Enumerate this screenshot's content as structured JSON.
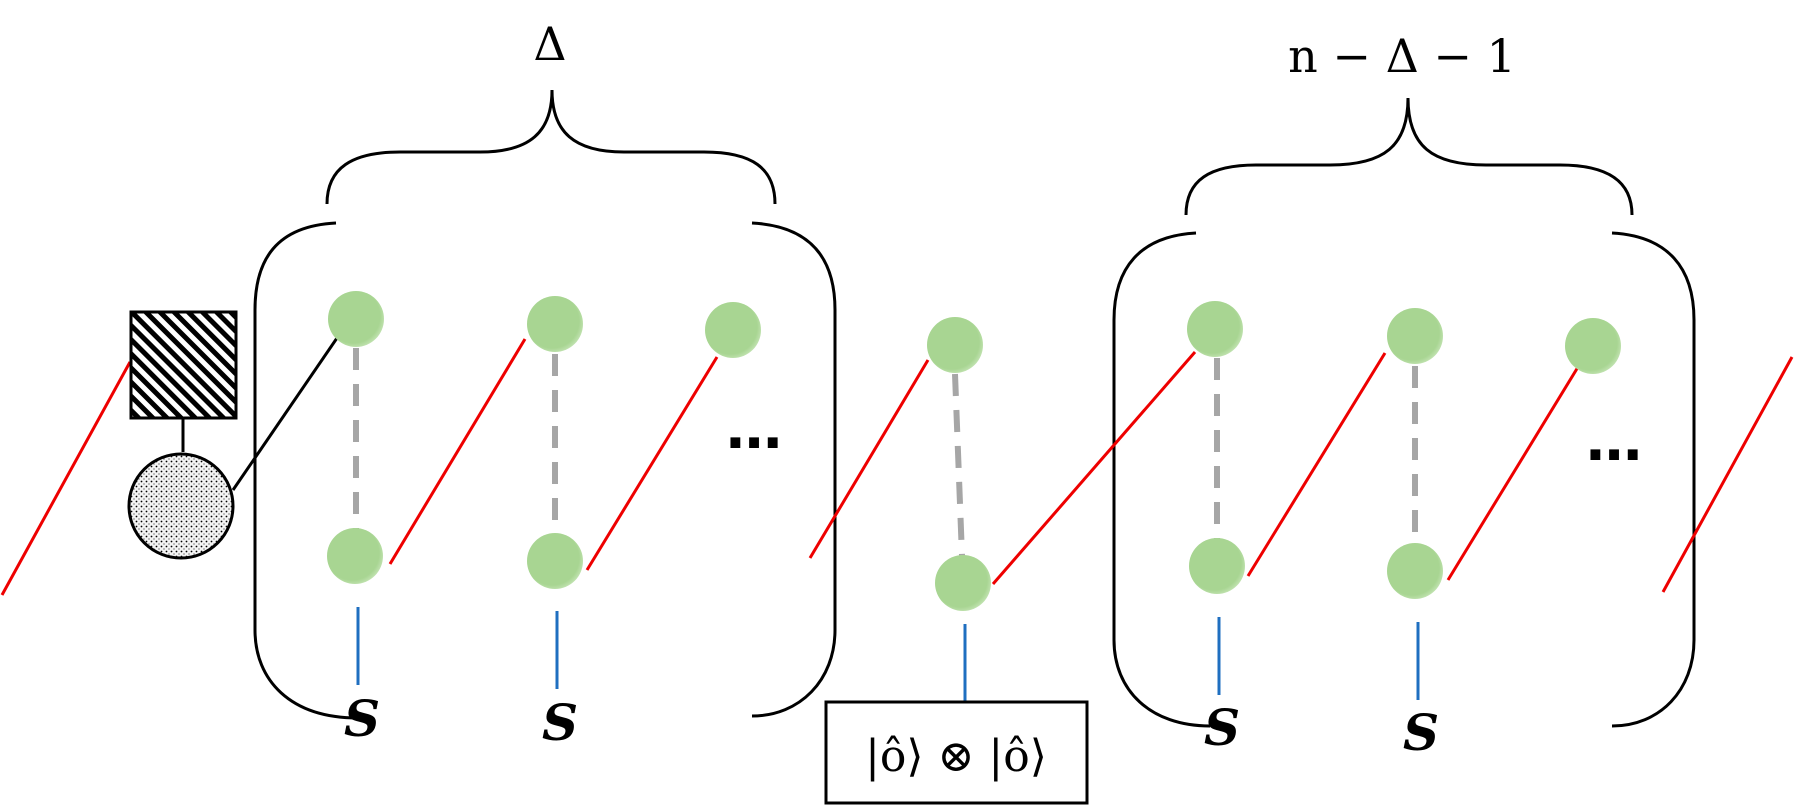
{
  "labels": {
    "delta": "Δ",
    "n_delta_1": "n − Δ − 1",
    "ellipsis": "⋯",
    "s": "S",
    "box": "|ô⟩ ⊗ |ô⟩"
  },
  "colors": {
    "node_fill": "#a8d592",
    "node_edge": "#c7e6b7",
    "red_bond": "#ee0000",
    "blue_leg": "#1f6fc0",
    "dashed": "#a6a6a6",
    "outline": "#000000"
  },
  "icons": {
    "square_node": "hatched-square-tensor",
    "circle_node": "dotted-circle-tensor"
  }
}
